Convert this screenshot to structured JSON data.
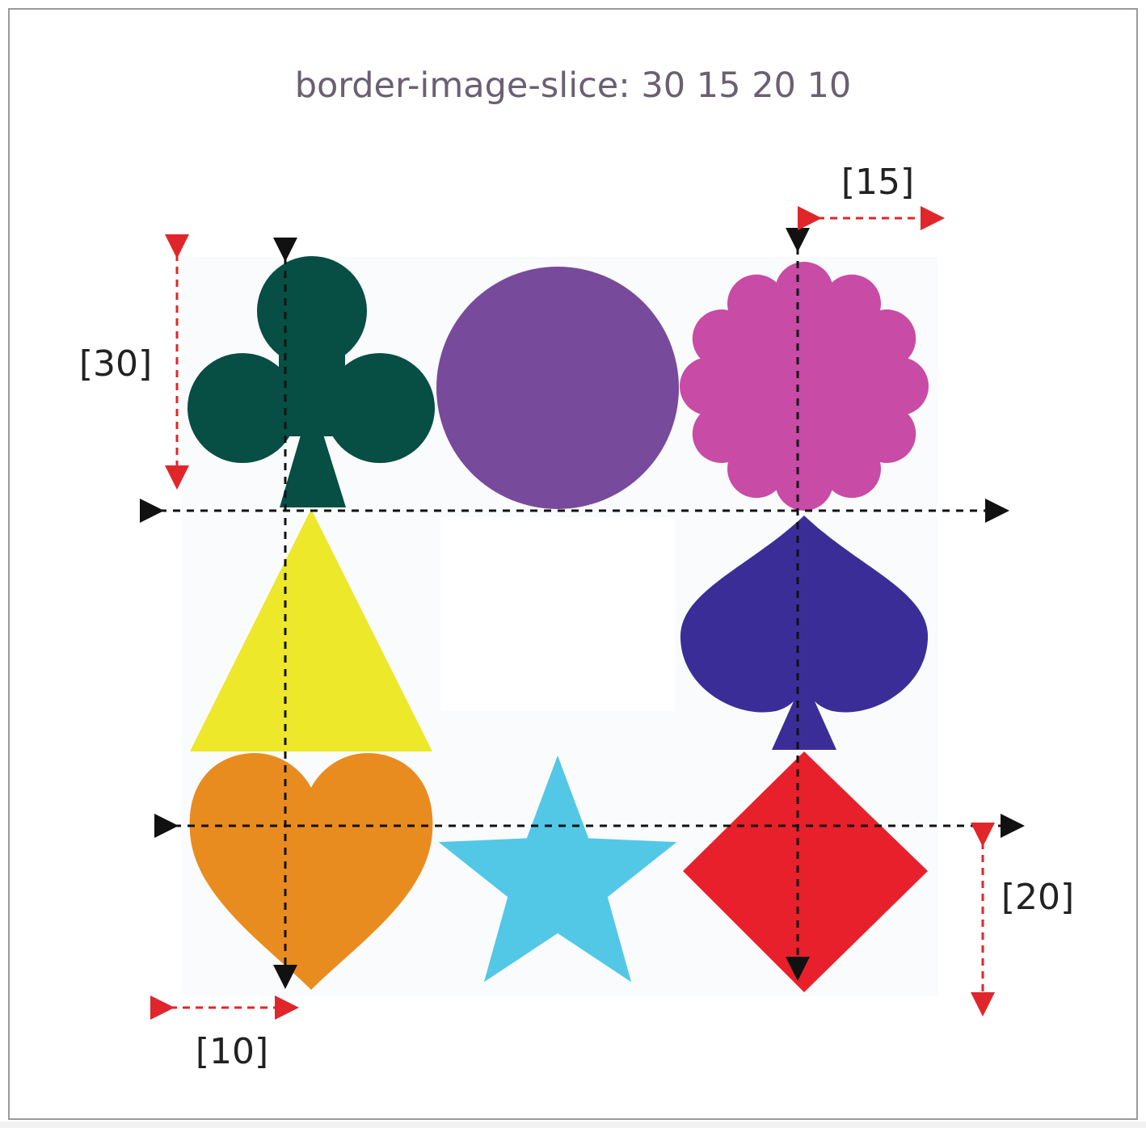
{
  "title": "border-image-slice: 30 15 20 10",
  "labels": {
    "top": "[30]",
    "right": "[15]",
    "bottom": "[20]",
    "left": "[10]"
  },
  "shapes": [
    {
      "name": "club",
      "color": "#074e45"
    },
    {
      "name": "circle",
      "color": "#784a9c"
    },
    {
      "name": "flower",
      "color": "#c84ba5"
    },
    {
      "name": "triangle",
      "color": "#ede82a"
    },
    {
      "name": "spade",
      "color": "#3b2d98"
    },
    {
      "name": "heart",
      "color": "#e88c20"
    },
    {
      "name": "star",
      "color": "#53c8e6"
    },
    {
      "name": "diamond",
      "color": "#e8202c"
    }
  ],
  "colors": {
    "slice_guides": "#111111",
    "dimension_arrows": "#e0262a"
  }
}
